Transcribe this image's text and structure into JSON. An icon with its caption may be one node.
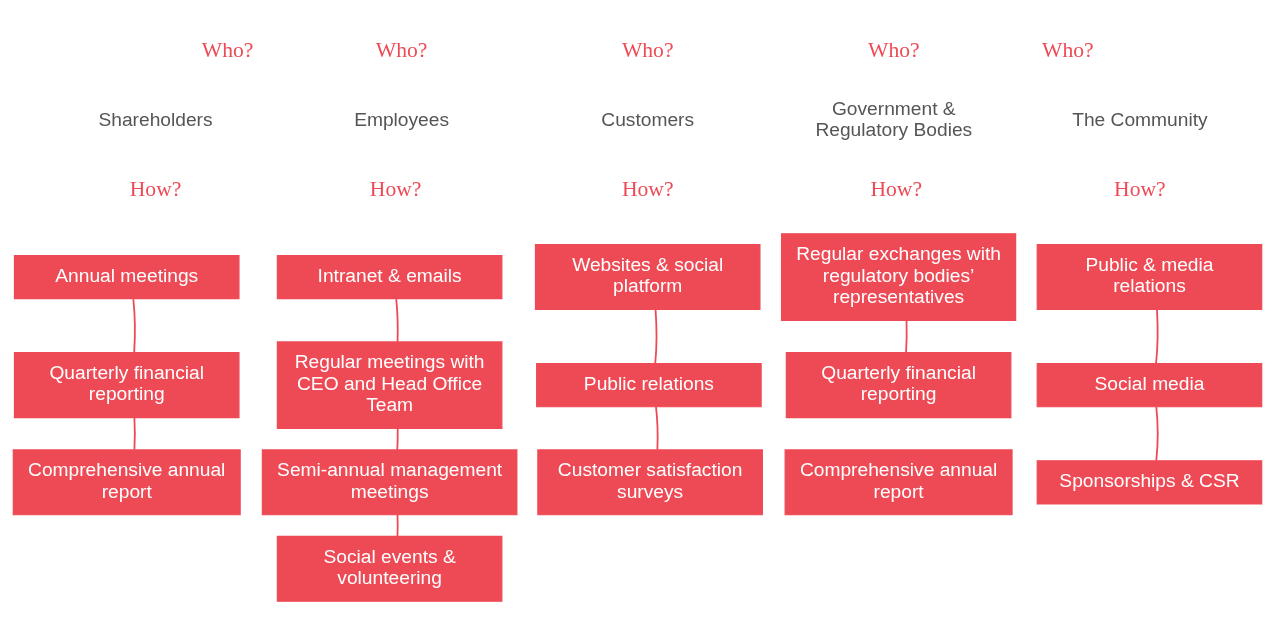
{
  "diagram": {
    "nodes": [
      {
        "text": [
          "Annual meetings"
        ]
      },
      {
        "text": [
          "Quarterly financial reporting"
        ]
      },
      {
        "text": [
          "Comprehensive annual report"
        ]
      },
      {
        "text": [
          "Intranet & emails"
        ]
      },
      {
        "text": [
          "Regular meetings with CEO and Head Office Team"
        ]
      },
      {
        "text": [
          "Semi-annual management meetings"
        ]
      },
      {
        "text": [
          "Social events & volunteering"
        ]
      },
      {
        "text": [
          "Websites & social platform"
        ]
      },
      {
        "text": [
          "Public relations"
        ]
      },
      {
        "text": [
          "Customer satisfaction surveys"
        ]
      },
      {
        "text": [
          "Regular exchanges with regulatory bodies’ representatives"
        ]
      },
      {
        "text": [
          "Quarterly financial reporting"
        ]
      },
      {
        "text": [
          "Comprehensive annual report"
        ]
      },
      {
        "text": [
          "Public & media relations"
        ]
      },
      {
        "text": [
          "Social media"
        ]
      },
      {
        "text": [
          "Sponsorships & CSR"
        ]
      }
    ],
    "edges": [
      {
        "from": 0,
        "to": 1,
        "arrow": "none"
      },
      {
        "from": 1,
        "to": 2,
        "arrow": "none"
      },
      {
        "from": 3,
        "to": 4,
        "arrow": "none"
      },
      {
        "from": 4,
        "to": 5,
        "arrow": "none"
      },
      {
        "from": 5,
        "to": 6,
        "arrow": "none"
      },
      {
        "from": 7,
        "to": 8,
        "arrow": "none"
      },
      {
        "from": 8,
        "to": 9,
        "arrow": "none"
      },
      {
        "from": 10,
        "to": 11,
        "arrow": "none"
      },
      {
        "from": 13,
        "to": 14,
        "arrow": "none"
      },
      {
        "from": 14,
        "to": 15,
        "arrow": "none"
      }
    ],
    "labels": [
      "Who?",
      "Who?",
      "Who?",
      "Who?",
      "Who?",
      "Shareholders",
      "Employees",
      "Customers",
      "Government & Regulatory Bodies",
      "The Community",
      "How?",
      "How?",
      "How?",
      "How?",
      "How?"
    ]
  }
}
